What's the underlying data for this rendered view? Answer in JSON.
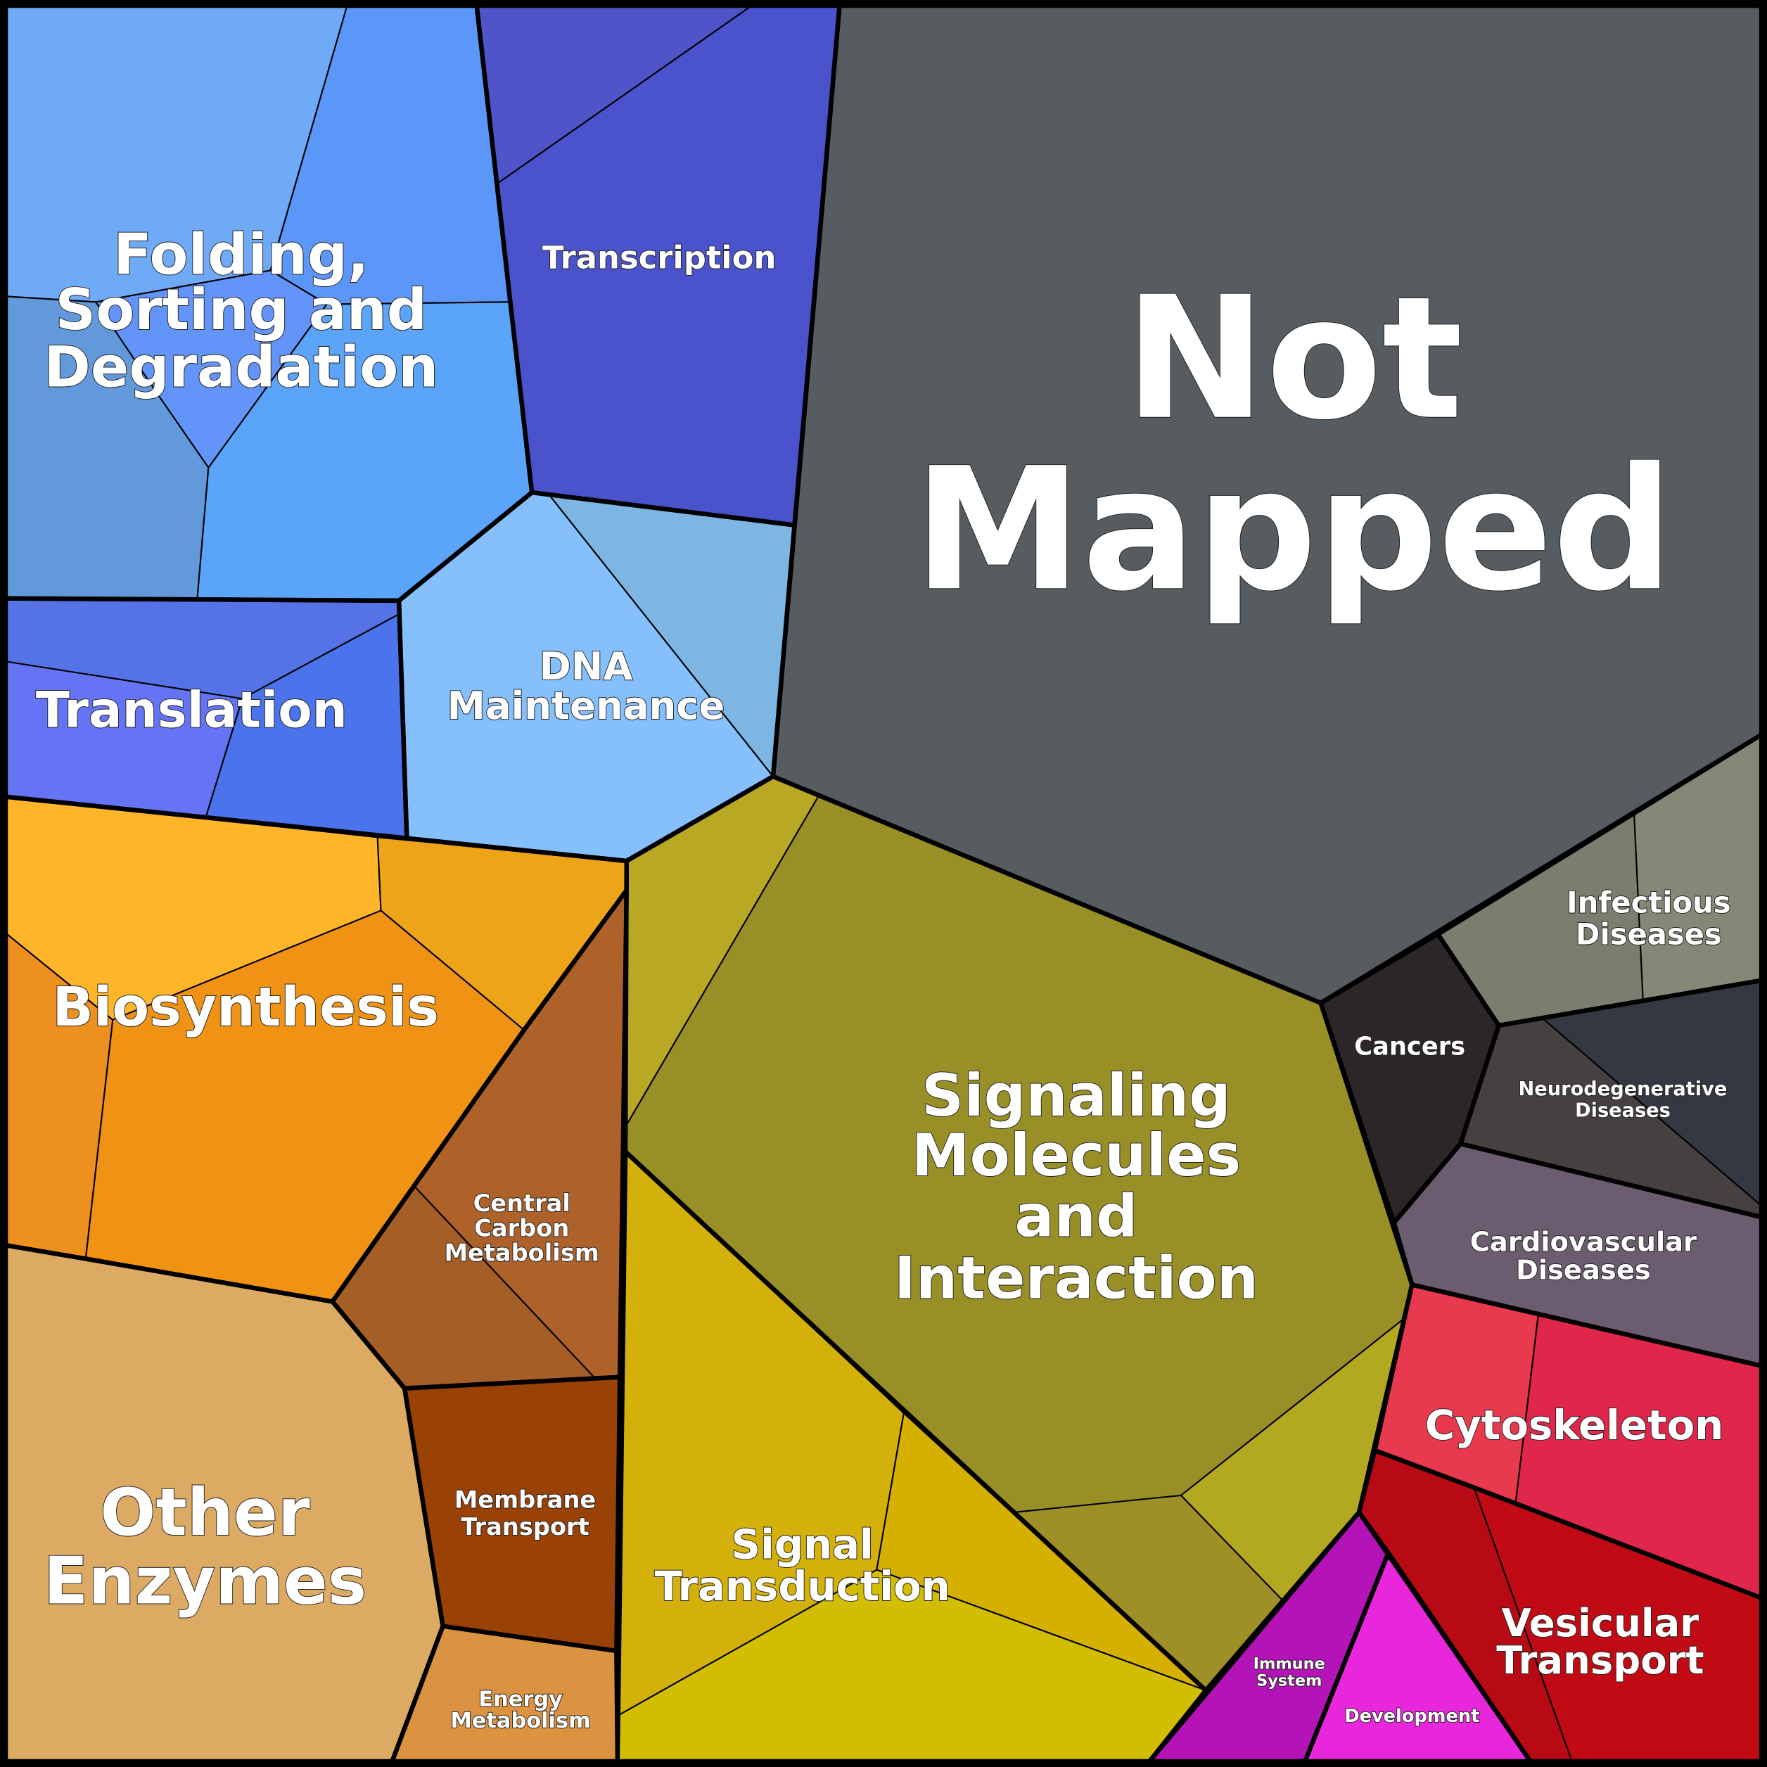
{
  "chart_data": {
    "type": "treemap",
    "subtype": "voronoi",
    "title": "",
    "groups": [
      {
        "id": "folding",
        "label_lines": [
          "Folding,",
          "Sorting and",
          "Degradation"
        ],
        "cell_colors": [
          "#6eaaf5",
          "#5b97f8",
          "#6394f9",
          "#6199db",
          "#5aa4fa"
        ]
      },
      {
        "id": "transcription",
        "label_lines": [
          "Transcription"
        ],
        "cell_colors": [
          "#4a52cc",
          "#4f55c8"
        ]
      },
      {
        "id": "dna",
        "label_lines": [
          "DNA",
          "Maintenance"
        ],
        "cell_colors": [
          "#85c0fc",
          "#7db5e3"
        ]
      },
      {
        "id": "translation",
        "label_lines": [
          "Translation"
        ],
        "cell_colors": [
          "#5573e6",
          "#6573f5",
          "#4a73ec"
        ]
      },
      {
        "id": "notmapped",
        "label_lines": [
          "Not",
          "Mapped"
        ],
        "cell_colors": [
          "#575c61"
        ]
      },
      {
        "id": "infectious",
        "label_lines": [
          "Infectious",
          "Diseases"
        ],
        "cell_colors": [
          "#7b7e6f",
          "#878777"
        ]
      },
      {
        "id": "neuro",
        "label_lines": [
          "Neurodegenerative",
          "Diseases"
        ],
        "cell_colors": [
          "#343842",
          "#464140"
        ]
      },
      {
        "id": "cancers",
        "label_lines": [
          "Cancers"
        ],
        "cell_colors": [
          "#2c2629"
        ]
      },
      {
        "id": "cardio",
        "label_lines": [
          "Cardiovascular",
          "Diseases"
        ],
        "cell_colors": [
          "#6b5c70"
        ]
      },
      {
        "id": "cytoskeleton",
        "label_lines": [
          "Cytoskeleton"
        ],
        "cell_colors": [
          "#e8394f",
          "#e0264a"
        ]
      },
      {
        "id": "vesicular",
        "label_lines": [
          "Vesicular",
          "Transport"
        ],
        "cell_colors": [
          "#b80a14",
          "#c20a15"
        ]
      },
      {
        "id": "immune",
        "label_lines": [
          "Immune",
          "System"
        ],
        "cell_colors": [
          "#b413b8"
        ]
      },
      {
        "id": "development",
        "label_lines": [
          "Development"
        ],
        "cell_colors": [
          "#e827dd"
        ]
      },
      {
        "id": "signaling",
        "label_lines": [
          "Signaling",
          "Molecules",
          "and",
          "Interaction"
        ],
        "cell_colors": [
          "#b8a823",
          "#988f27",
          "#b3a920",
          "#9e8f27"
        ]
      },
      {
        "id": "signaltrans",
        "label_lines": [
          "Signal",
          "Transduction"
        ],
        "cell_colors": [
          "#d4b00a",
          "#d6b000",
          "#d2bd00"
        ]
      },
      {
        "id": "biosynthesis",
        "label_lines": [
          "Biosynthesis"
        ],
        "cell_colors": [
          "#feb529",
          "#eea418",
          "#f09314",
          "#ee9020"
        ]
      },
      {
        "id": "carbon",
        "label_lines": [
          "Central",
          "Carbon",
          "Metabolism"
        ],
        "cell_colors": [
          "#ae6229",
          "#a55e26"
        ]
      },
      {
        "id": "membrane",
        "label_lines": [
          "Membrane",
          "Transport"
        ],
        "cell_colors": [
          "#9a4106"
        ]
      },
      {
        "id": "energy",
        "label_lines": [
          "Energy",
          "Metabolism"
        ],
        "cell_colors": [
          "#db9241"
        ]
      },
      {
        "id": "otherenz",
        "label_lines": [
          "Other",
          "Enzymes"
        ],
        "cell_colors": [
          "#dcaa63"
        ]
      }
    ]
  }
}
